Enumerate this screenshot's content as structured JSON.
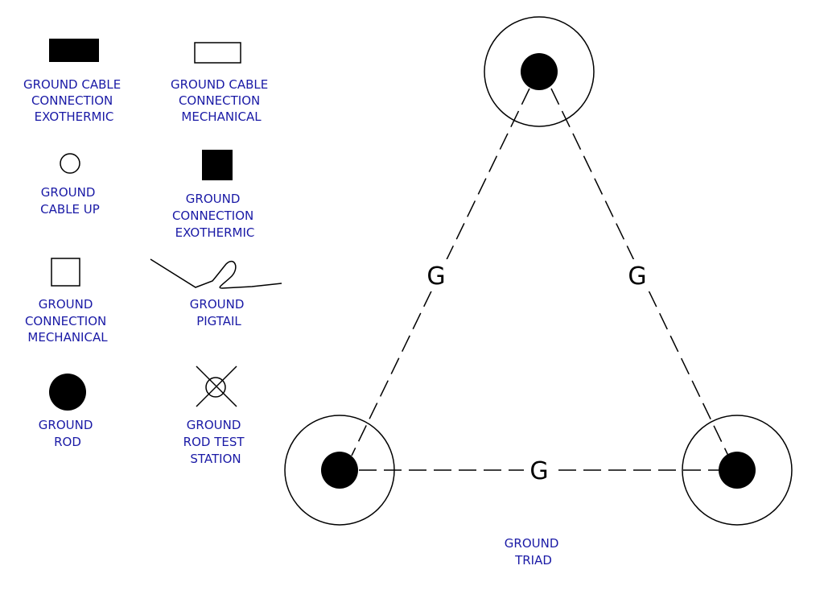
{
  "legend": [
    {
      "name": "ground-cable-connection-exothermic",
      "lines": [
        "GROUND CABLE",
        "CONNECTION",
        "EXOTHERMIC"
      ]
    },
    {
      "name": "ground-cable-connection-mechanical",
      "lines": [
        "GROUND CABLE",
        "CONNECTION",
        "MECHANICAL"
      ]
    },
    {
      "name": "ground-cable-up",
      "lines": [
        "GROUND",
        "CABLE UP"
      ]
    },
    {
      "name": "ground-connection-exothermic",
      "lines": [
        "GROUND",
        "CONNECTION",
        "EXOTHERMIC"
      ]
    },
    {
      "name": "ground-connection-mechanical",
      "lines": [
        "GROUND",
        "CONNECTION",
        "MECHANICAL"
      ]
    },
    {
      "name": "ground-pigtail",
      "lines": [
        "GROUND",
        "PIGTAIL"
      ]
    },
    {
      "name": "ground-rod",
      "lines": [
        "GROUND",
        "ROD"
      ]
    },
    {
      "name": "ground-rod-test-station",
      "lines": [
        "GROUND",
        "ROD TEST",
        "STATION"
      ]
    }
  ],
  "triad": {
    "label_lines": [
      "GROUND",
      "TRIAD"
    ],
    "wire_marker": "G"
  },
  "colors": {
    "label_text": "#1a1aa6",
    "linework": "#000000",
    "background": "#ffffff"
  }
}
